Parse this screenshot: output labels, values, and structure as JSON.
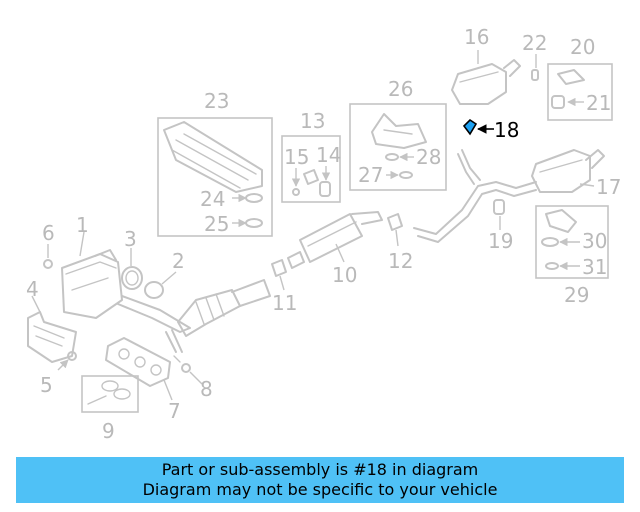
{
  "callouts": {
    "c1": "1",
    "c2": "2",
    "c3": "3",
    "c4": "4",
    "c5": "5",
    "c6": "6",
    "c7": "7",
    "c8": "8",
    "c9": "9",
    "c10": "10",
    "c11": "11",
    "c12": "12",
    "c13": "13",
    "c14": "14",
    "c15": "15",
    "c16": "16",
    "c17": "17",
    "c18": "18",
    "c19": "19",
    "c20": "20",
    "c21": "21",
    "c22": "22",
    "c23": "23",
    "c24": "24",
    "c25": "25",
    "c26": "26",
    "c27": "27",
    "c28": "28",
    "c29": "29",
    "c30": "30",
    "c31": "31"
  },
  "highlighted_part": "18",
  "colors": {
    "highlight": "#1da1f2",
    "banner": "#4fc1f6",
    "line_art": "#c4c4c4"
  },
  "caption": {
    "line1": "Part or sub-assembly is #18 in diagram",
    "line2": "Diagram may not be specific to your vehicle"
  }
}
